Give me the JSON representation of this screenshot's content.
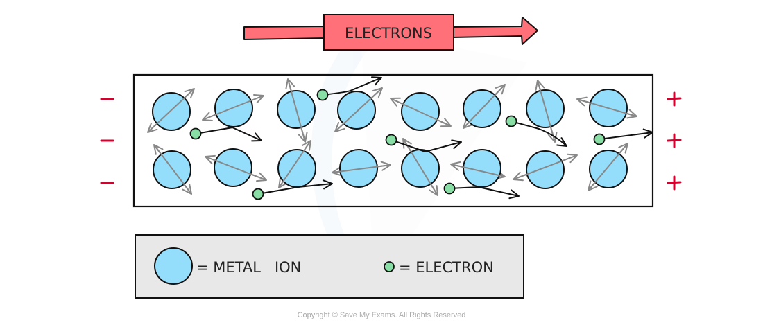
{
  "title_arrow": {
    "label": "ELECTRONS",
    "direction": "right",
    "fill": "#ff7078"
  },
  "lattice": {
    "left_terminal_signs": [
      "−",
      "−",
      "−"
    ],
    "right_terminal_signs": [
      "+",
      "+",
      "+"
    ],
    "sign_color": "#d4002e",
    "ion_fill": "#94defc",
    "electron_fill": "#88dea4",
    "vibration_arrow_color": "#888888",
    "electron_path_color": "#111111",
    "rows": 2,
    "ions_per_row": 8
  },
  "legend": {
    "metal_ion_label": "= METAL   ION",
    "electron_label": "= ELECTRON",
    "background": "#e8e8e8"
  },
  "footer": {
    "copyright": "Copyright © Save My Exams. All Rights Reserved"
  }
}
